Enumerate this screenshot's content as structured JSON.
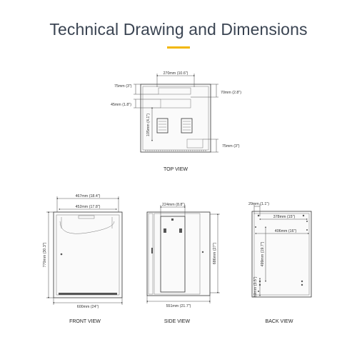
{
  "header": {
    "title": "Technical Drawing and Dimensions",
    "accent_color": "#f2b705"
  },
  "top_view": {
    "caption": "TOP VIEW",
    "dim_width": "270mm (10.6\")",
    "dim_left_top": "75mm (3\")",
    "dim_right_top": "70mm (2.8\")",
    "dim_left": "45mm (1.8\")",
    "dim_vertical": "105mm (4.1\")",
    "dim_right_bottom": "75mm (3\")"
  },
  "front_view": {
    "caption": "FRONT VIEW",
    "dim_top": "467mm (18.4\")",
    "dim_inner": "452mm (17.8\")",
    "dim_height": "770mm (30.3\")",
    "dim_width": "600mm (24\")"
  },
  "side_view": {
    "caption": "SIDE VIEW",
    "dim_top": "224mm (8.8\")",
    "dim_height": "686mm (27\")",
    "dim_width": "551mm (21.7\")"
  },
  "back_view": {
    "caption": "BACK VIEW",
    "dim_top": "29mm (1.1\")",
    "dim_mid1": "378mm (15\")",
    "dim_mid2": "406mm (16\")",
    "dim_vert1": "499mm (19.7\")",
    "dim_vert2": "89mm (3.5\")"
  }
}
